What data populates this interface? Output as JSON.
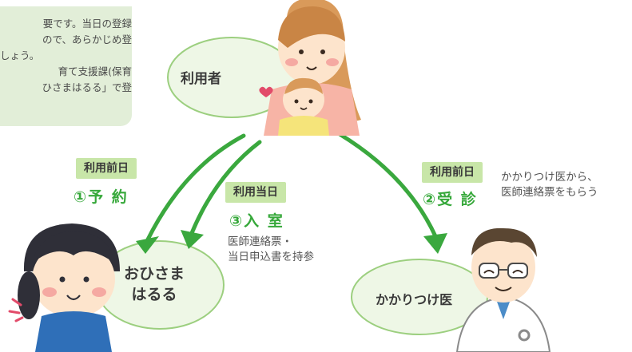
{
  "note": {
    "lines": [
      "要です。当日の登録",
      "ので、あらかじめ登",
      "しょう。",
      "育て支援課(保育",
      "ひさまはるる」で登"
    ]
  },
  "nodes": {
    "user": "利用者",
    "facility_line1": "おひさま",
    "facility_line2": "はるる",
    "doctor": "かかりつけ医"
  },
  "steps": {
    "reserve": {
      "badge": "利用前日",
      "label": "①予 約"
    },
    "checkup": {
      "badge": "利用前日",
      "label": "②受 診",
      "desc_line1": "かかりつけ医から、",
      "desc_line2": "医師連絡票をもらう"
    },
    "enter": {
      "badge": "利用当日",
      "label": "③入 室",
      "desc_line1": "医師連絡票・",
      "desc_line2": "当日申込書を持参"
    }
  },
  "colors": {
    "accent_green": "#3aa83e",
    "ellipse_fill": "#eef7e6",
    "ellipse_stroke": "#9ccf7f",
    "badge_fill": "#c8e6a8",
    "note_fill": "#e2eed8"
  }
}
